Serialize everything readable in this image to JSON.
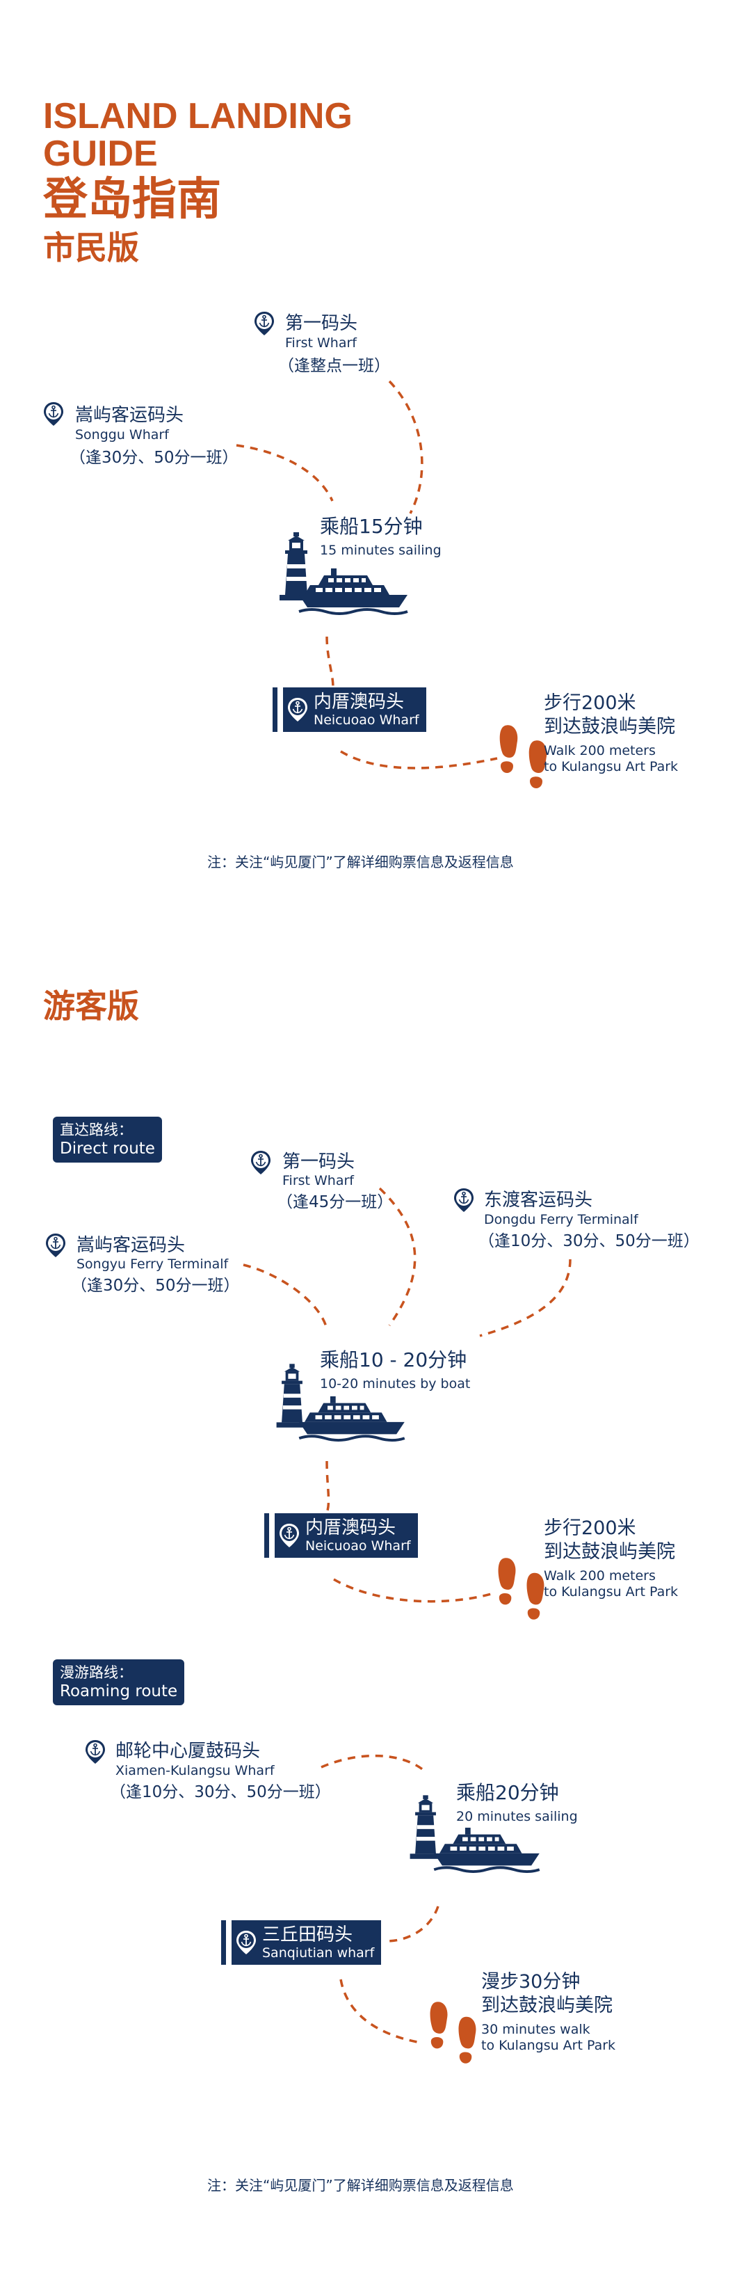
{
  "header": {
    "title_en_1": "ISLAND LANDING",
    "title_en_2": "GUIDE",
    "title_cn": "登岛指南",
    "citizen_title": "市民版"
  },
  "citizen": {
    "first_wharf": {
      "cn": "第一码头",
      "en": "First Wharf",
      "note": "（逢整点一班）"
    },
    "songgu_wharf": {
      "cn": "嵩屿客运码头",
      "en": "Songgu Wharf",
      "note": "（逢30分、50分一班）"
    },
    "sailing": {
      "cn": "乘船15分钟",
      "en": "15 minutes sailing"
    },
    "neicuoao": {
      "cn": "内厝澳码头",
      "en": "Neicuoao Wharf"
    },
    "walk": {
      "cn1": "步行200米",
      "cn2": "到达鼓浪屿美院",
      "en1": "Walk 200 meters",
      "en2": "to Kulangsu Art Park"
    },
    "footnote": "注：关注“屿见厦门”了解详细购票信息及返程信息"
  },
  "tourist": {
    "title": "游客版",
    "direct_tag": {
      "cn": "直达路线：",
      "en": "Direct route"
    },
    "first_wharf": {
      "cn": "第一码头",
      "en": "First Wharf",
      "note": "（逢45分一班）"
    },
    "dongdu": {
      "cn": "东渡客运码头",
      "en": "Dongdu Ferry Terminalf",
      "note": "（逢10分、30分、50分一班）"
    },
    "songyu": {
      "cn": "嵩屿客运码头",
      "en": "Songyu Ferry Terminalf",
      "note": "（逢30分、50分一班）"
    },
    "sailing": {
      "cn": "乘船10 - 20分钟",
      "en": "10-20 minutes by boat"
    },
    "neicuoao": {
      "cn": "内厝澳码头",
      "en": "Neicuoao Wharf"
    },
    "walk": {
      "cn1": "步行200米",
      "cn2": "到达鼓浪屿美院",
      "en1": "Walk 200 meters",
      "en2": "to Kulangsu Art Park"
    },
    "roaming_tag": {
      "cn": "漫游路线：",
      "en": "Roaming route"
    },
    "xiamen_wharf": {
      "cn": "邮轮中心厦鼓码头",
      "en": "Xiamen-Kulangsu Wharf",
      "note": "（逢10分、30分、50分一班）"
    },
    "sailing2": {
      "cn": "乘船20分钟",
      "en": "20 minutes sailing"
    },
    "sanqiutian": {
      "cn": "三丘田码头",
      "en": "Sanqiutian wharf"
    },
    "stroll": {
      "cn1": "漫步30分钟",
      "cn2": "到达鼓浪屿美院",
      "en1": "30 minutes walk",
      "en2": "to Kulangsu Art Park"
    },
    "footnote": "注：关注“屿见厦门”了解详细购票信息及返程信息"
  },
  "colors": {
    "accent": "#c8531e",
    "navy": "#16315c"
  },
  "icons": [
    "anchor-pin-icon",
    "lighthouse-icon",
    "ferry-icon",
    "footprints-icon"
  ]
}
